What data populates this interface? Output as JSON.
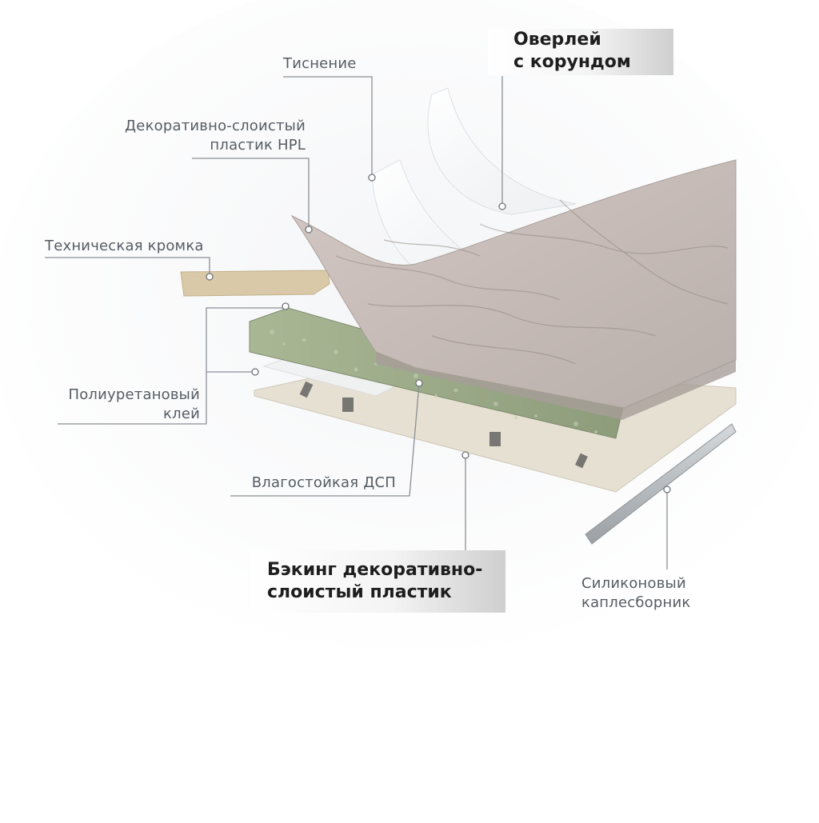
{
  "labels": {
    "embossing": "Тиснение",
    "hpl_line1": "Декоративно-слоистый",
    "hpl_line2": "пластик HPL",
    "edge": "Техническая кромка",
    "glue_line1": "Полиуретановый",
    "glue_line2": "клей",
    "chipboard": "Влагостойкая ДСП",
    "drip_line1": "Силиконовый",
    "drip_line2": "каплесборник"
  },
  "highlights": {
    "overlay_line1": "Оверлей",
    "overlay_line2": "с корундом",
    "backing_line1": "Бэкинг декоративно-",
    "backing_line2": "слоистый пластик"
  },
  "colors": {
    "leader_line": "#8a8f95",
    "marble": "#c9beb9",
    "chipboard": "#9fae8c",
    "backing": "#e6e0d3",
    "edge_strip": "#d9c9a8",
    "drip_strip": "#b9bec1"
  }
}
